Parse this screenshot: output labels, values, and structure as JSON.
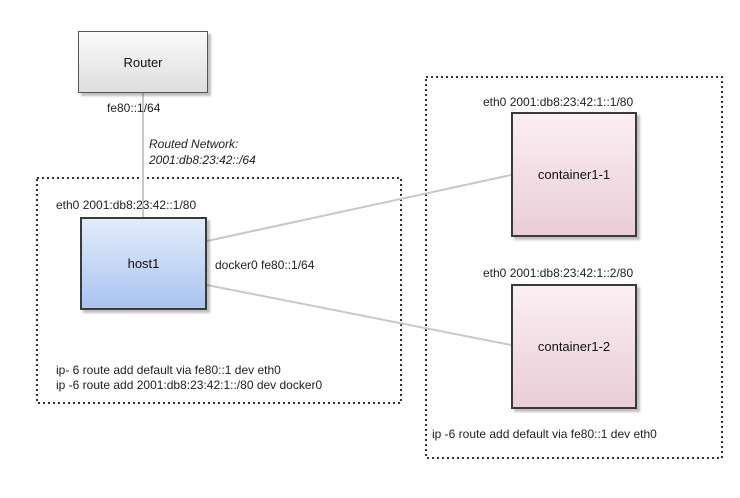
{
  "nodes": {
    "router": {
      "label": "Router"
    },
    "host": {
      "label": "host1"
    },
    "container1": {
      "label": "container1-1"
    },
    "container2": {
      "label": "container1-2"
    }
  },
  "labels": {
    "router_address": "fe80::1/64",
    "routed_network_title": "Routed Network:",
    "routed_network_prefix": "2001:db8:23:42::/64",
    "host_eth0": "eth0 2001:db8:23:42::1/80",
    "host_docker0": "docker0 fe80::1/64",
    "host_route_1": "ip- 6 route add default via fe80::1 dev eth0",
    "host_route_2": "ip -6 route add 2001:db8:23:42:1::/80 dev docker0",
    "container1_eth0": "eth0 2001:db8:23:42:1::1/80",
    "container2_eth0": "eth0 2001:db8:23:42:1::2/80",
    "container_route": "ip -6 route add default via fe80::1 dev eth0"
  },
  "colors": {
    "link_line": "#c8c8c8",
    "group_border": "#333333",
    "host_fill": "#a9c4ef",
    "container_fill": "#e9cdd7",
    "router_fill": "#dedede"
  }
}
